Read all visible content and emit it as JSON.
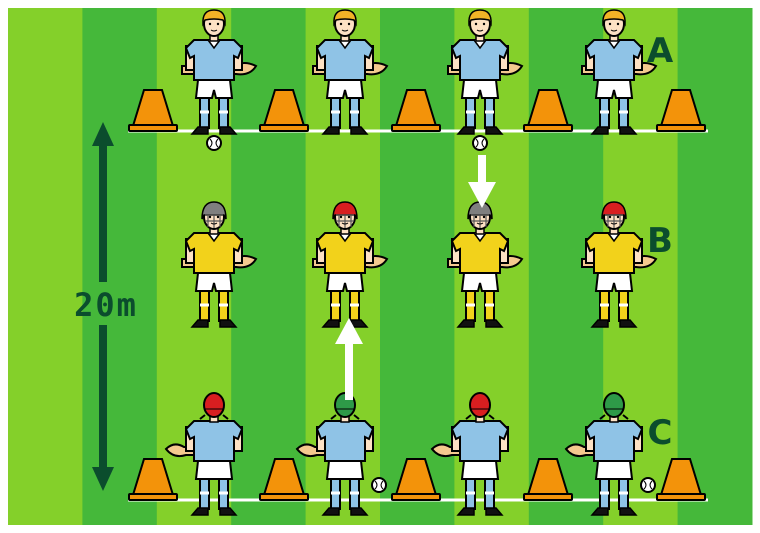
{
  "colors": {
    "grass_light": "#84d02a",
    "grass_dark": "#45b83a",
    "line": "#ffffff",
    "cone": "#f3930a",
    "label": "#0b4d2d",
    "arrow_dark": "#0b4d2d",
    "jersey_blue": "#8fc3e6",
    "jersey_yellow": "#f2d21b",
    "shorts": "#ffffff",
    "skin": "#fde1c4",
    "helmet_red": "#d81e20",
    "helmet_green": "#2e9a48",
    "helmet_grey": "#7f7f7f",
    "hair_yellow": "#f2b327",
    "hurley": "#f4c98f"
  },
  "labels": {
    "row_a": "A",
    "row_b": "B",
    "row_c": "C",
    "distance": "20m"
  },
  "rows": {
    "A": [
      {
        "facing": "front",
        "head": "hair",
        "ball": true
      },
      {
        "facing": "front",
        "head": "hair",
        "ball": false
      },
      {
        "facing": "front",
        "head": "hair",
        "ball": true
      },
      {
        "facing": "front",
        "head": "hair",
        "ball": false
      }
    ],
    "B": [
      {
        "facing": "front",
        "head": "helmet-grey"
      },
      {
        "facing": "front",
        "head": "helmet-red"
      },
      {
        "facing": "front",
        "head": "helmet-grey"
      },
      {
        "facing": "front",
        "head": "helmet-red"
      }
    ],
    "C": [
      {
        "facing": "back",
        "head": "helmet-red",
        "ball": false
      },
      {
        "facing": "back",
        "head": "helmet-green",
        "ball": true
      },
      {
        "facing": "back",
        "head": "helmet-red",
        "ball": false
      },
      {
        "facing": "back",
        "head": "helmet-green",
        "ball": true
      }
    ]
  },
  "cones_per_row": 5,
  "arrows": [
    {
      "from_row": "A",
      "to_row": "B",
      "player": 3,
      "direction": "down"
    },
    {
      "from_row": "C",
      "to_row": "B",
      "player": 2,
      "direction": "up"
    }
  ]
}
